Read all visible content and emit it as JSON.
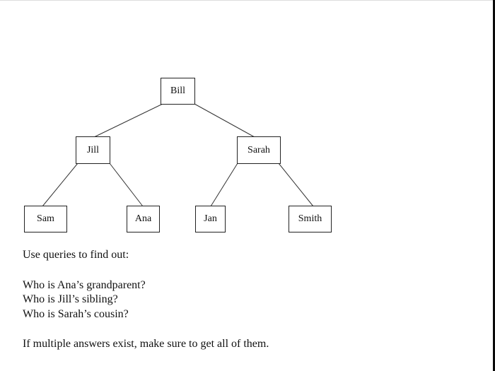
{
  "tree": {
    "nodes": {
      "bill": "Bill",
      "jill": "Jill",
      "sarah": "Sarah",
      "sam": "Sam",
      "ana": "Ana",
      "jan": "Jan",
      "smith": "Smith"
    }
  },
  "instructions": {
    "intro": "Use queries to find out:",
    "questions": [
      "Who is Ana’s grandparent?",
      "Who is Jill’s sibling?",
      "Who is Sarah’s cousin?"
    ],
    "note": "If multiple answers exist, make sure to get all of them."
  }
}
